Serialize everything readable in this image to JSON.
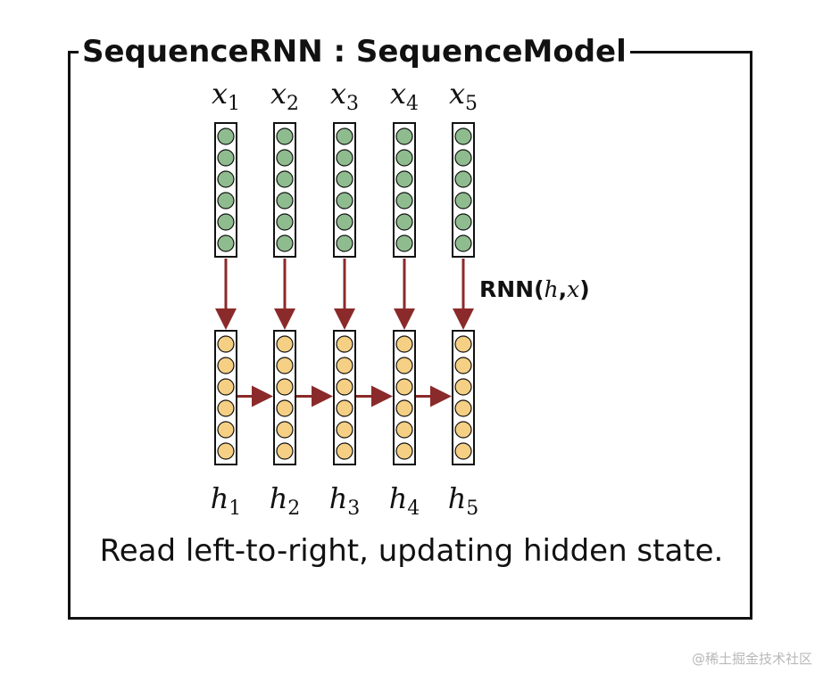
{
  "title": "SequenceRNN : SequenceModel",
  "inputs": [
    {
      "var": "x",
      "sub": "1"
    },
    {
      "var": "x",
      "sub": "2"
    },
    {
      "var": "x",
      "sub": "3"
    },
    {
      "var": "x",
      "sub": "4"
    },
    {
      "var": "x",
      "sub": "5"
    }
  ],
  "hiddens": [
    {
      "var": "h",
      "sub": "1"
    },
    {
      "var": "h",
      "sub": "2"
    },
    {
      "var": "h",
      "sub": "3"
    },
    {
      "var": "h",
      "sub": "4"
    },
    {
      "var": "h",
      "sub": "5"
    }
  ],
  "rnn_label": {
    "prefix": "RNN(",
    "h": "h",
    "comma": ",",
    "x": "x",
    "suffix": ")"
  },
  "caption": "Read left-to-right, updating hidden state.",
  "watermark": "@稀土掘金技术社区",
  "units_per_column": 6,
  "colors": {
    "input_unit": "#8fbc8f",
    "hidden_unit": "#f5cf83",
    "arrow": "#8b2a2a",
    "stroke": "#111111"
  }
}
